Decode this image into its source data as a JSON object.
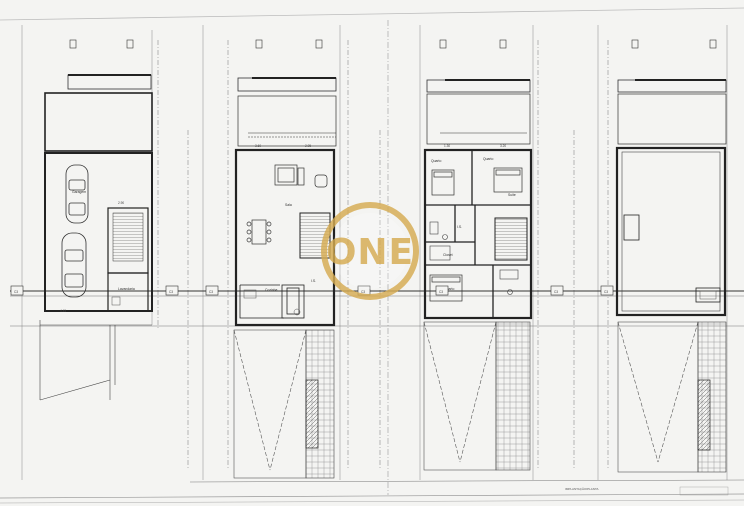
{
  "watermark": {
    "text": "ONE",
    "color": "#d6ac52"
  },
  "drawing": {
    "sheet_title": "IMPLANTAÇÃO/PLANTA",
    "section_marks": [
      "C3",
      "C3",
      "C3",
      "C3",
      "C3",
      "C3",
      "C3"
    ],
    "garage_plan": {
      "rooms": [
        "Garagem",
        "Lavandaria"
      ]
    },
    "ground_plan": {
      "rooms": [
        "Sala",
        "Cozinha",
        "I.S."
      ]
    },
    "first_plan": {
      "rooms": [
        "Quarto",
        "Quarto",
        "Quarto",
        "Suite",
        "Closet",
        "I.S."
      ]
    },
    "roof_plan": {
      "rooms": []
    },
    "dims": [
      "3.60",
      "2.95",
      "1.30",
      "4.45",
      "2.90",
      "3.20"
    ]
  }
}
